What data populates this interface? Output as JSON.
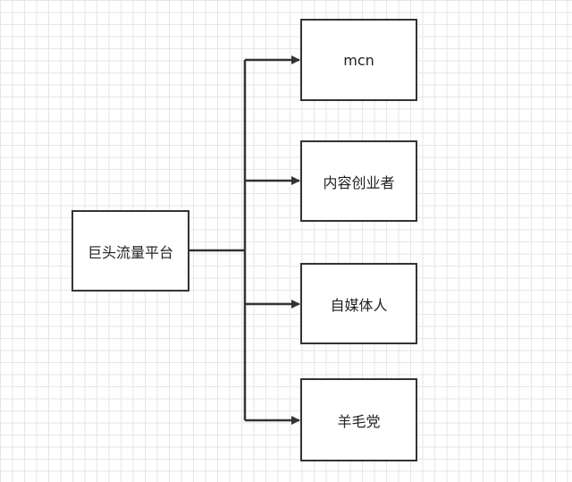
{
  "root": {
    "label": "巨头流量平台"
  },
  "children": [
    {
      "label": "mcn"
    },
    {
      "label": "内容创业者"
    },
    {
      "label": "自媒体人"
    },
    {
      "label": "羊毛党"
    }
  ],
  "colors": {
    "stroke": "#333333",
    "grid": "#e6e6e6",
    "background": "#ffffff"
  }
}
